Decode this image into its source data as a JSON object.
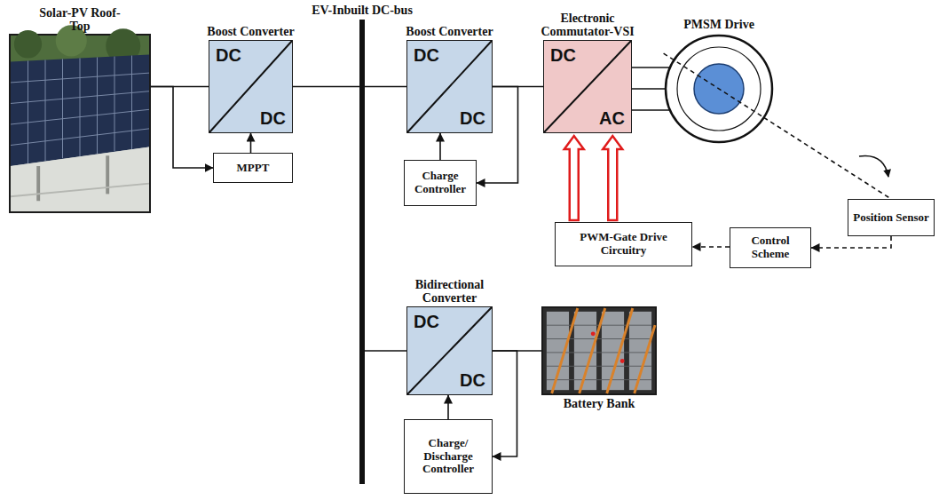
{
  "diagram": {
    "nodes": [
      {
        "text": [
          "Solar-PV Roof-Top"
        ]
      },
      {
        "text": [
          "Boost Converter",
          "DC",
          "DC"
        ]
      },
      {
        "text": [
          "MPPT"
        ]
      },
      {
        "text": [
          "EV-Inbuilt DC-bus"
        ]
      },
      {
        "text": [
          "Boost Converter",
          "DC",
          "DC"
        ]
      },
      {
        "text": [
          "Charge Controller"
        ]
      },
      {
        "text": [
          "Electronic Commutator-VSI",
          "DC",
          "AC"
        ]
      },
      {
        "text": [
          "PMSM Drive"
        ]
      },
      {
        "text": [
          "Position Sensor"
        ]
      },
      {
        "text": [
          "PWM-Gate Drive Circuitry"
        ]
      },
      {
        "text": [
          "Control Scheme"
        ]
      },
      {
        "text": [
          "Bidirectional Converter",
          "DC",
          "DC"
        ]
      },
      {
        "text": [
          "Battery Bank"
        ]
      },
      {
        "text": [
          "Charge/ Discharge Controller"
        ]
      }
    ],
    "edges": [
      {
        "from": 0,
        "to": 1,
        "arrow": "none"
      },
      {
        "from": 0,
        "to": 2,
        "arrow": "to"
      },
      {
        "from": 2,
        "to": 1,
        "arrow": "to"
      },
      {
        "from": 1,
        "to": 3,
        "arrow": "none"
      },
      {
        "from": 3,
        "to": 4,
        "arrow": "none"
      },
      {
        "from": 4,
        "to": 6,
        "arrow": "none"
      },
      {
        "from": 4,
        "to": 5,
        "arrow": "to"
      },
      {
        "from": 5,
        "to": 4,
        "arrow": "to"
      },
      {
        "from": 6,
        "to": 7,
        "arrow": "none"
      },
      {
        "from": 9,
        "to": 6,
        "arrow": "to"
      },
      {
        "from": 7,
        "to": 8,
        "arrow": "none"
      },
      {
        "from": 8,
        "to": 10,
        "arrow": "to"
      },
      {
        "from": 10,
        "to": 9,
        "arrow": "to"
      },
      {
        "from": 3,
        "to": 11,
        "arrow": "none"
      },
      {
        "from": 11,
        "to": 12,
        "arrow": "none"
      },
      {
        "from": 11,
        "to": 13,
        "arrow": "to"
      },
      {
        "from": 13,
        "to": 11,
        "arrow": "to"
      }
    ]
  }
}
